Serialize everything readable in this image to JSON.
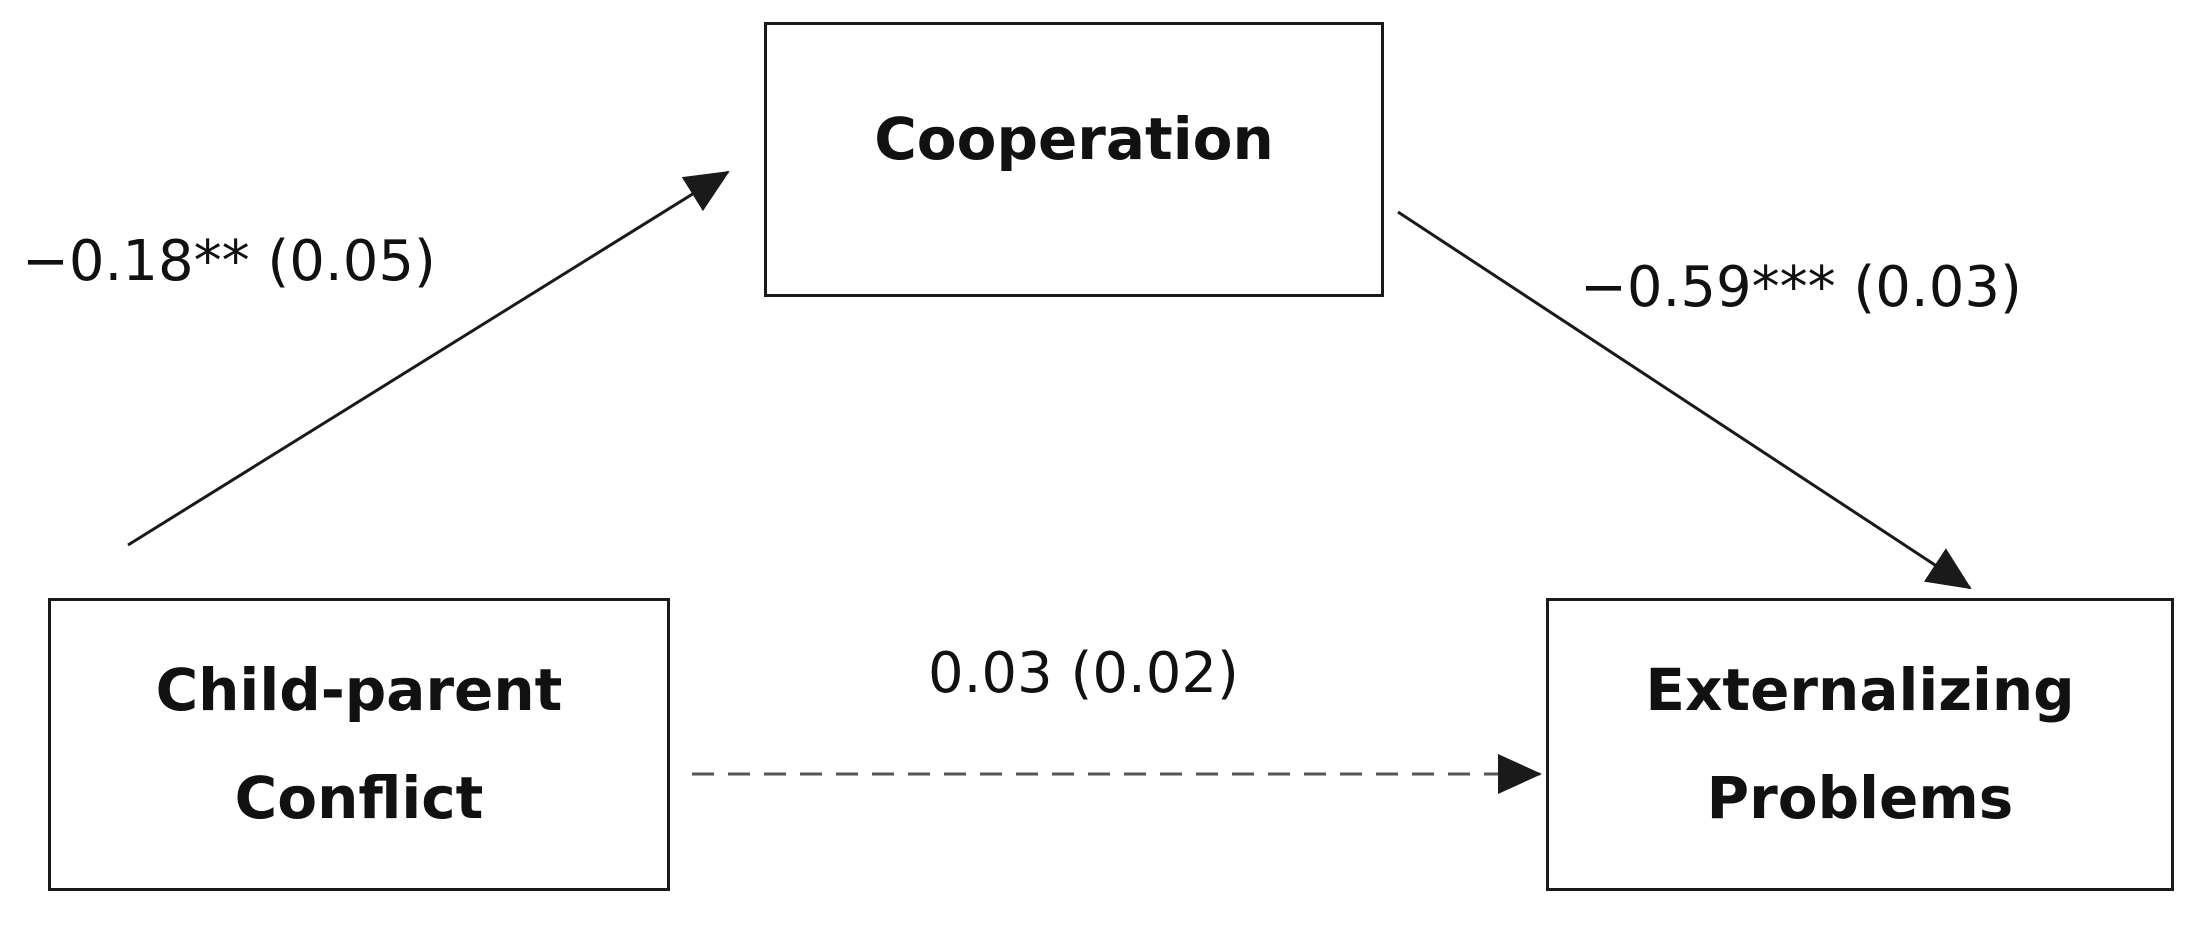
{
  "nodes": {
    "mediator": {
      "label": "Cooperation"
    },
    "predictor": {
      "line1": "Child-parent",
      "line2": "Conflict"
    },
    "outcome": {
      "line1": "Externalizing",
      "line2": "Problems"
    }
  },
  "paths": {
    "a_path": {
      "label": "−0.18** (0.05)",
      "style": "solid"
    },
    "b_path": {
      "label": "−0.59*** (0.03)",
      "style": "solid"
    },
    "direct_path": {
      "label": "0.03 (0.02)",
      "style": "dashed"
    }
  },
  "colors": {
    "line": "#1a1a1a",
    "dashed_line": "#555555",
    "text": "#111111",
    "background": "#ffffff"
  }
}
